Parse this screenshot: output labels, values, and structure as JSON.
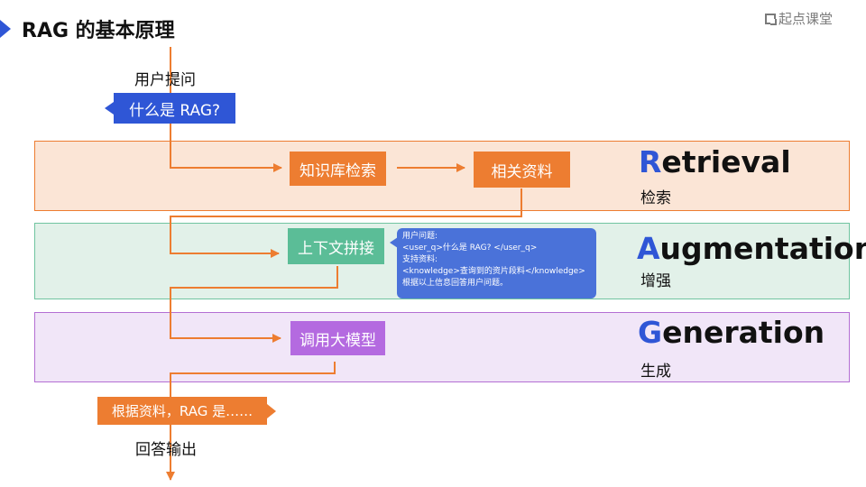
{
  "header": {
    "title": "RAG 的基本原理",
    "logo_text": "起点课堂"
  },
  "question": {
    "label": "用户提问",
    "bubble": "什么是 RAG?"
  },
  "phases": {
    "retrieval": {
      "letter": "R",
      "rest": "etrieval",
      "cn": "检索"
    },
    "augmentation": {
      "letter": "A",
      "rest": "ugmentation",
      "cn": "增强"
    },
    "generation": {
      "letter": "G",
      "rest": "eneration",
      "cn": "生成"
    }
  },
  "nodes": {
    "knowledge_search": "知识库检索",
    "related_docs": "相关资料",
    "context_concat": "上下文拼接",
    "call_llm": "调用大模型"
  },
  "prompt": {
    "lines": [
      "用户问题:",
      "<user_q>什么是 RAG? </user_q>",
      "支持资料:",
      "<knowledge>查询到的资片段料</knowledge>",
      "根据以上信息回答用户问题。"
    ]
  },
  "answer": {
    "bubble": "根据资料，RAG 是……",
    "label": "回答输出"
  },
  "colors": {
    "accent_blue": "#2f56d6",
    "orange": "#ed7d31",
    "green": "#5bbd97",
    "purple": "#b46ae0"
  }
}
